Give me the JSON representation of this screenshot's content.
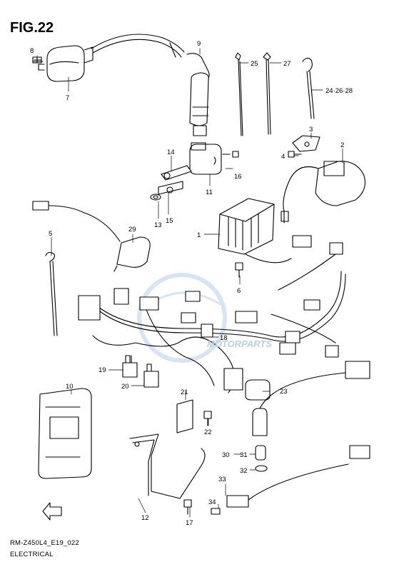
{
  "figure": {
    "title": "FIG.22",
    "model_code": "RM-Z450L4_E19_022",
    "section": "ELECTRICAL",
    "watermark_text": "MOTORPARTS",
    "watermark_color": "#b9cfe6"
  },
  "callouts": [
    {
      "id": "c1",
      "label": "1"
    },
    {
      "id": "c2",
      "label": "2"
    },
    {
      "id": "c3",
      "label": "3"
    },
    {
      "id": "c4",
      "label": "4"
    },
    {
      "id": "c5",
      "label": "5"
    },
    {
      "id": "c6",
      "label": "6"
    },
    {
      "id": "c7",
      "label": "7"
    },
    {
      "id": "c8",
      "label": "8"
    },
    {
      "id": "c9",
      "label": "9"
    },
    {
      "id": "c10",
      "label": "10"
    },
    {
      "id": "c11",
      "label": "11"
    },
    {
      "id": "c12",
      "label": "12"
    },
    {
      "id": "c13",
      "label": "13"
    },
    {
      "id": "c14",
      "label": "14"
    },
    {
      "id": "c15",
      "label": "15"
    },
    {
      "id": "c16",
      "label": "16"
    },
    {
      "id": "c17",
      "label": "17"
    },
    {
      "id": "c18",
      "label": "18"
    },
    {
      "id": "c19",
      "label": "19"
    },
    {
      "id": "c20",
      "label": "20"
    },
    {
      "id": "c21",
      "label": "21"
    },
    {
      "id": "c22",
      "label": "22"
    },
    {
      "id": "c23",
      "label": "23"
    },
    {
      "id": "c24",
      "label": "24·26·28"
    },
    {
      "id": "c25",
      "label": "25"
    },
    {
      "id": "c27",
      "label": "27"
    },
    {
      "id": "c29",
      "label": "29"
    },
    {
      "id": "c30",
      "label": "30"
    },
    {
      "id": "c31",
      "label": "31"
    },
    {
      "id": "c32",
      "label": "32"
    },
    {
      "id": "c33",
      "label": "33"
    },
    {
      "id": "c34",
      "label": "34"
    }
  ]
}
